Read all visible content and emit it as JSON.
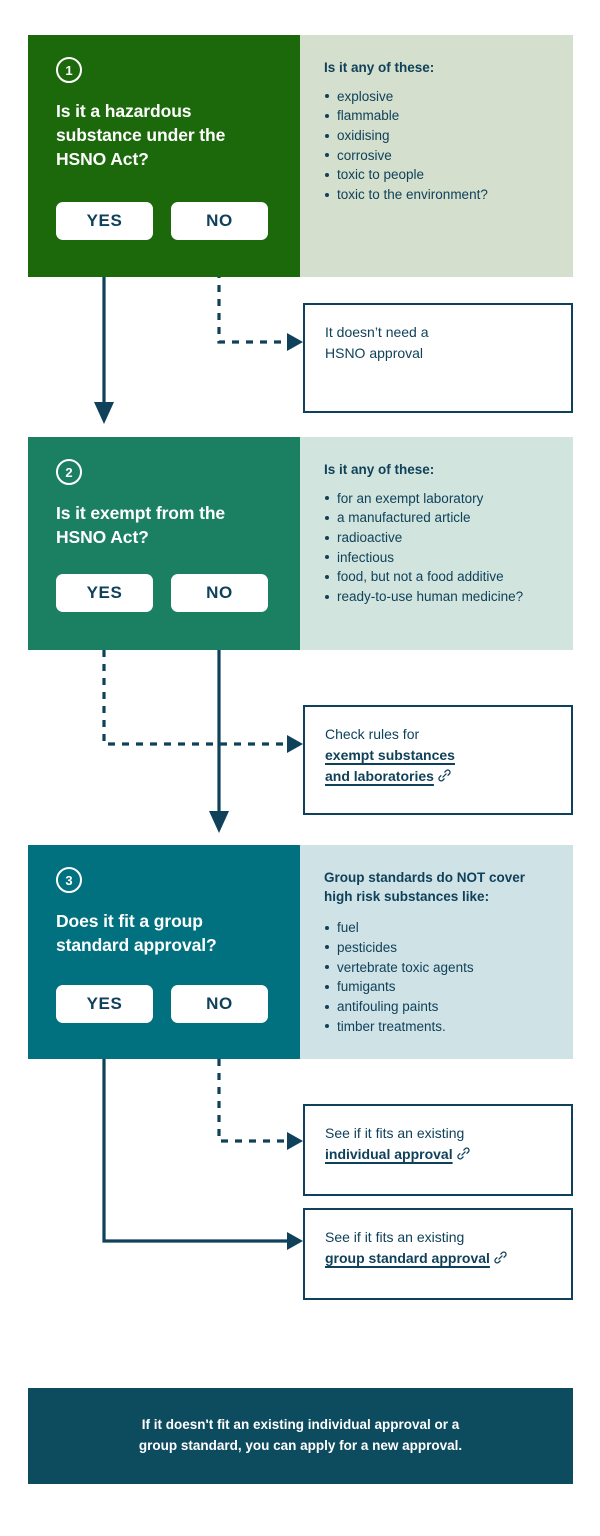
{
  "theme": {
    "navy": "#10415A",
    "step1_dark": "#1C690C",
    "step1_light": "#D4DFCD",
    "step2_dark": "#1B8062",
    "step2_light": "#D1E5DE",
    "step3_dark": "#017180",
    "step3_light": "#CFE2E6",
    "footer_bg": "#0D4B5E",
    "white": "#FFFFFF"
  },
  "steps": [
    {
      "number": "1",
      "question": "Is it a hazardous substance under the HSNO Act?",
      "yes_label": "YES",
      "no_label": "NO",
      "panel_title": "Is it any of these:",
      "panel_items": [
        "explosive",
        "flammable",
        "oxidising",
        "corrosive",
        "toxic to people",
        "toxic to the environment?"
      ]
    },
    {
      "number": "2",
      "question": "Is it exempt from the HSNO Act?",
      "yes_label": "YES",
      "no_label": "NO",
      "panel_title": "Is it any of these:",
      "panel_items": [
        "for an exempt laboratory",
        "a manufactured article",
        "radioactive",
        "infectious",
        "food, but not a food additive",
        "ready-to-use human medicine?"
      ]
    },
    {
      "number": "3",
      "question": "Does it fit a group standard approval?",
      "yes_label": "YES",
      "no_label": "NO",
      "panel_title_parts": {
        "before": "Group standards do ",
        "emphasis": "NOT",
        "after": " cover high risk substances like:"
      },
      "panel_items": [
        "fuel",
        "pesticides",
        "vertebrate toxic agents",
        "fumigants",
        "antifouling paints",
        "timber treatments."
      ]
    }
  ],
  "outcomes": [
    {
      "id": "no-approval-needed",
      "line1": "It doesn’t need a",
      "line2": "HSNO approval",
      "link": "",
      "has_link_icon": false
    },
    {
      "id": "exempt-substances",
      "line1": "Check rules for",
      "link_line1": "exempt substances",
      "link_line2": "and laboratories",
      "has_link_icon": true
    },
    {
      "id": "individual-approval",
      "line1": "See if it fits an existing",
      "link_line1": "individual approval",
      "has_link_icon": true
    },
    {
      "id": "group-standard-approval",
      "line1": "See if it fits an existing",
      "link_line1": "group standard approval",
      "has_link_icon": true
    }
  ],
  "footer": {
    "line1": "If it doesn't fit an existing individual approval or a",
    "line2": "group standard, you can apply for a new approval."
  },
  "icons": {
    "link": "link-icon"
  }
}
